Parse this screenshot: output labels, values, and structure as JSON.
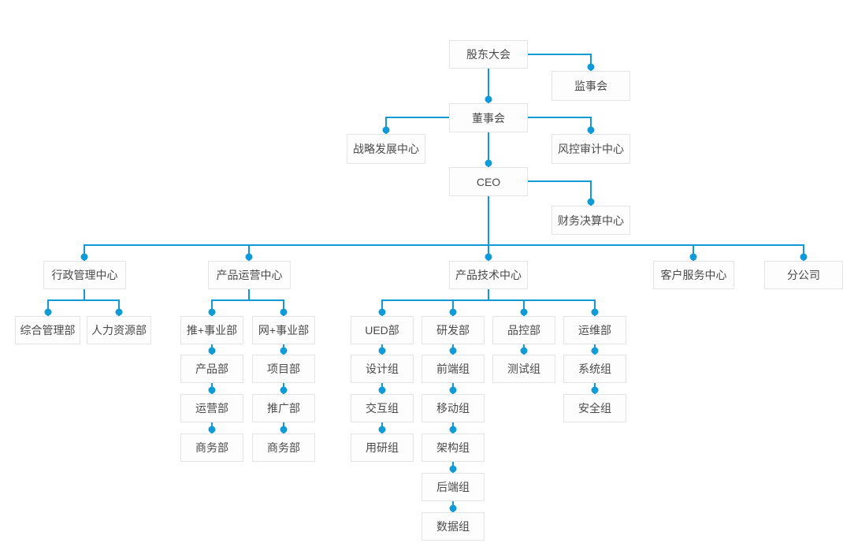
{
  "org_chart": {
    "type": "org-chart",
    "colors": {
      "connector": "#109bd7",
      "dot": "#109bd7",
      "box_border": "#e4e4e4",
      "box_fill": "#fdfdfd",
      "text": "#4a4a4a",
      "background": "#ffffff"
    },
    "governance": {
      "shareholders_meeting": "股东大会",
      "supervisory_board": "监事会",
      "board_of_directors": "董事会",
      "strategy_dev_center": "战略发展中心",
      "risk_audit_center": "风控审计中心",
      "ceo": "CEO",
      "financial_settlement_center": "财务决算中心"
    },
    "centers": {
      "admin_mgmt": "行政管理中心",
      "product_operation": "产品运营中心",
      "product_technology": "产品技术中心",
      "customer_service": "客户服务中心",
      "branch_company": "分公司"
    },
    "admin_depts": {
      "general_mgmt": "综合管理部",
      "human_resources": "人力资源部"
    },
    "operation_divisions": {
      "tui_plus": "推+事业部",
      "wang_plus": "网+事业部",
      "tui_plus_chain": [
        "产品部",
        "运营部",
        "商务部"
      ],
      "wang_plus_chain": [
        "项目部",
        "推广部",
        "商务部"
      ]
    },
    "technology_depts": {
      "ued": "UED部",
      "rnd": "研发部",
      "quality_control": "品控部",
      "operations_maintenance": "运维部",
      "ued_chain": [
        "设计组",
        "交互组",
        "用研组"
      ],
      "rnd_chain": [
        "前端组",
        "移动组",
        "架构组",
        "后端组",
        "数据组"
      ],
      "quality_control_chain": [
        "测试组"
      ],
      "operations_maintenance_chain": [
        "系统组",
        "安全组"
      ]
    }
  }
}
